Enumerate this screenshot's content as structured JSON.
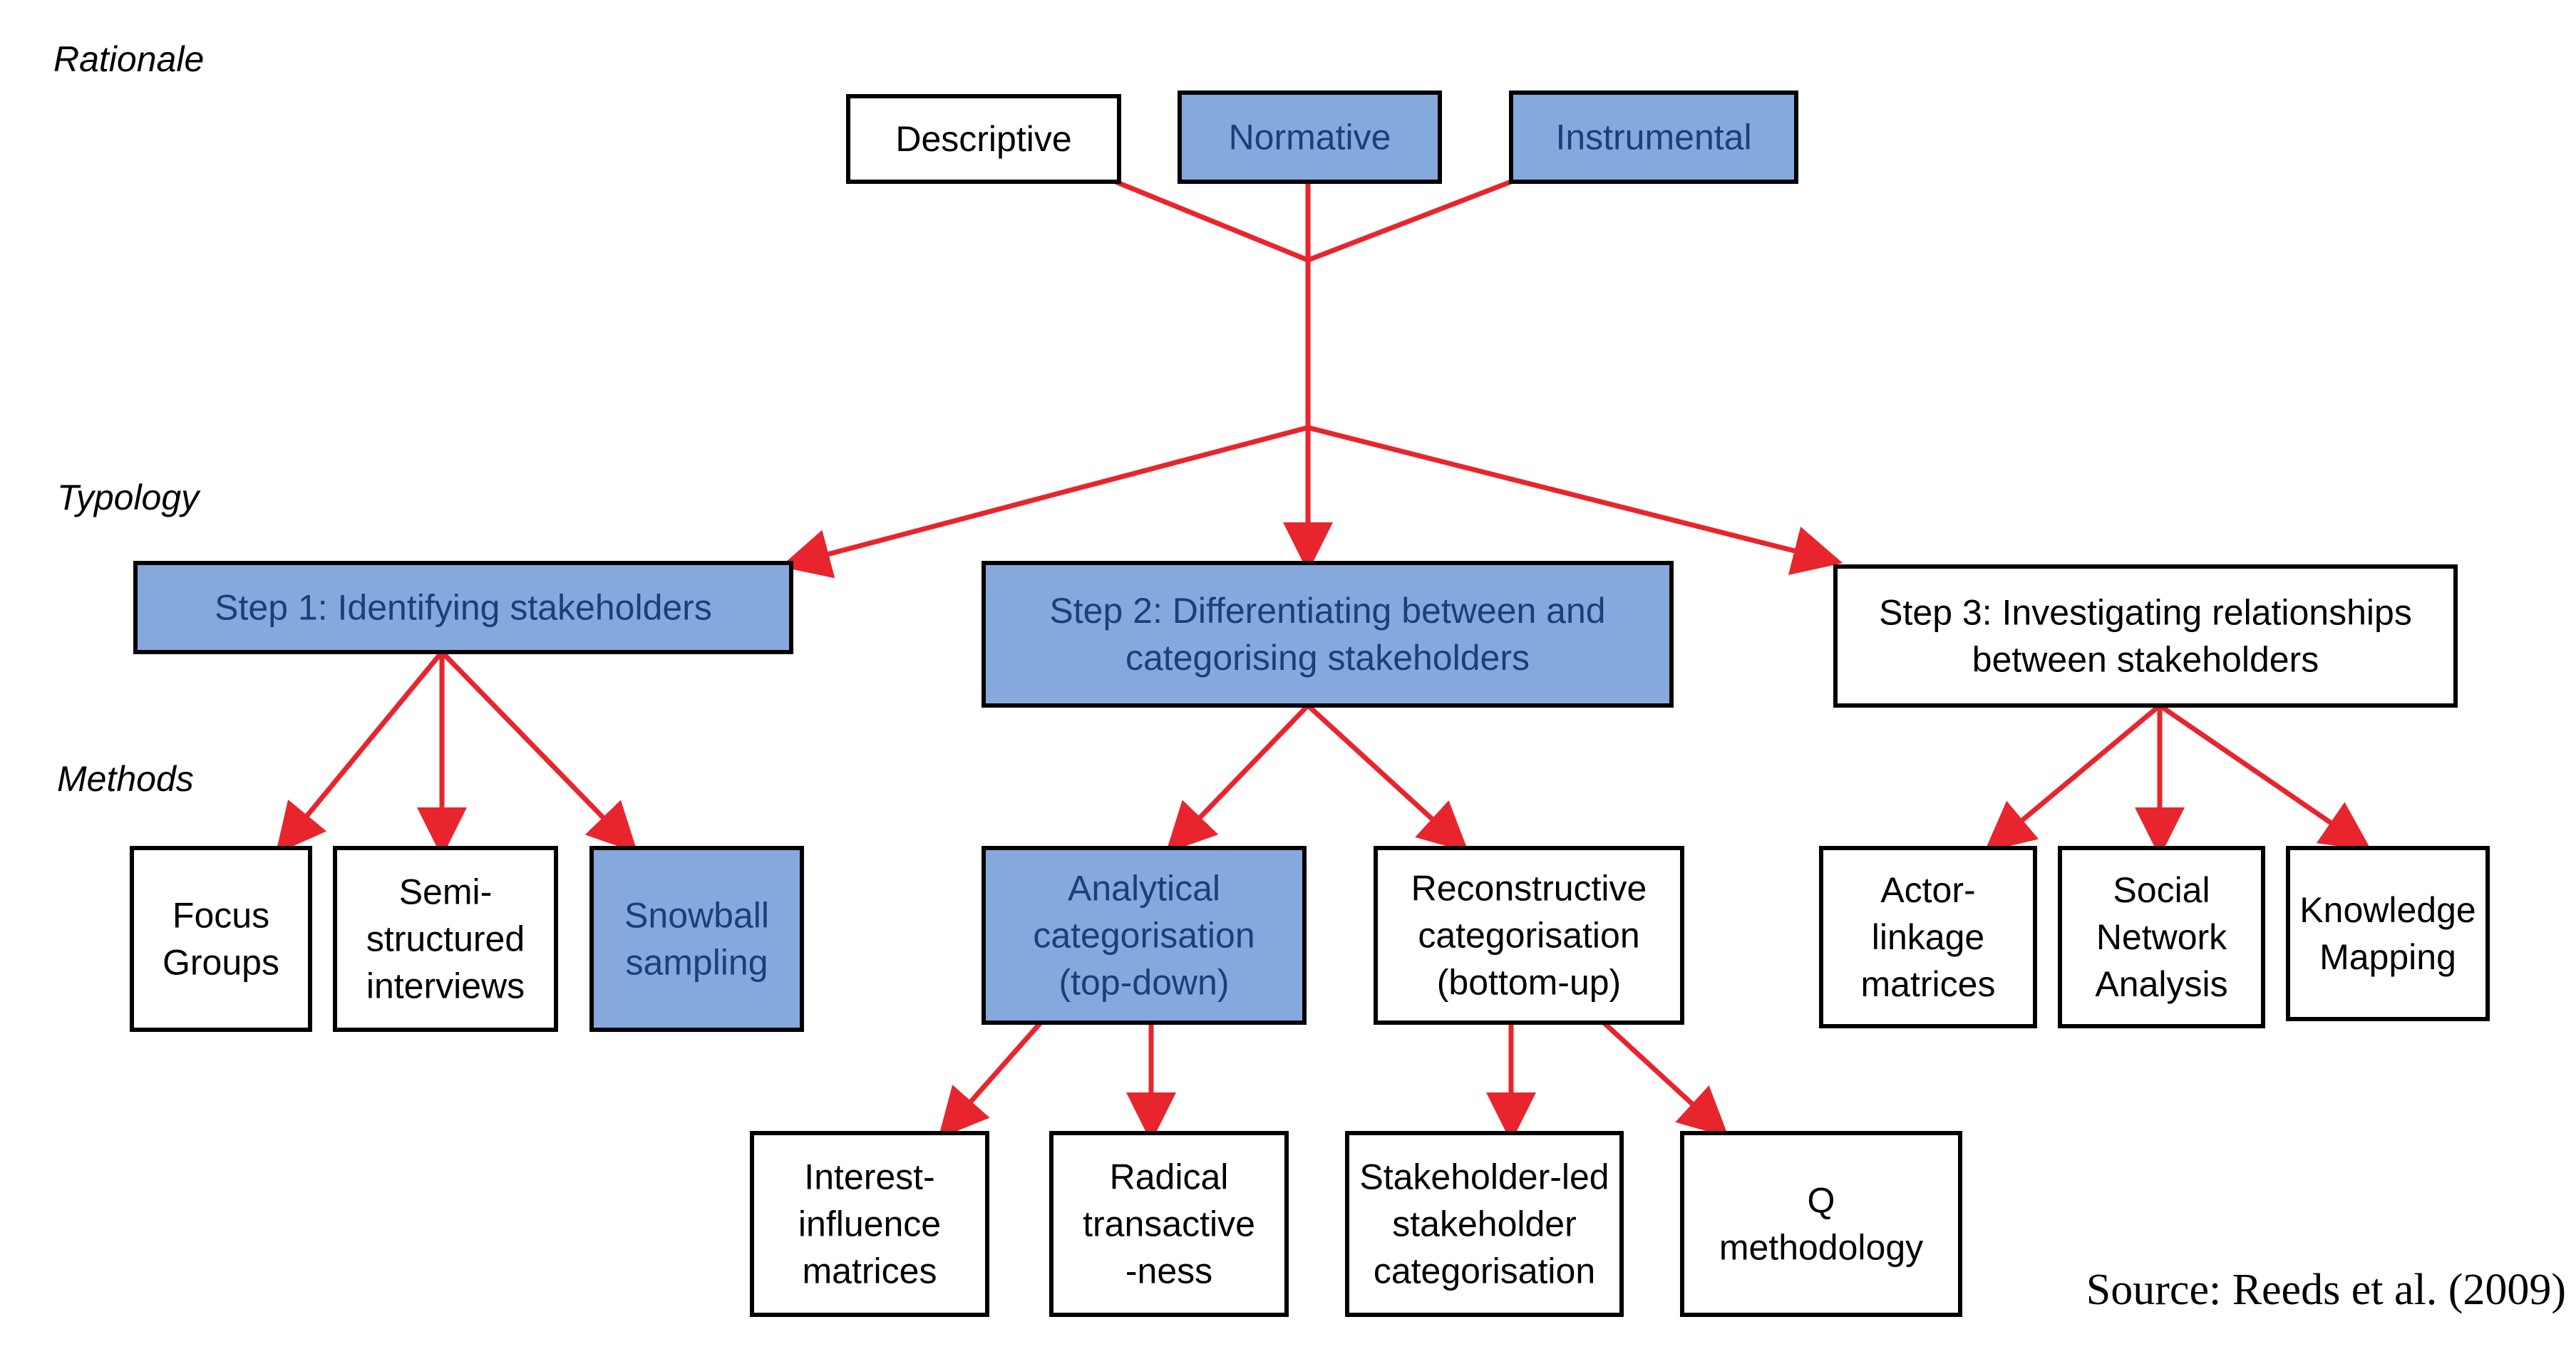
{
  "colors": {
    "arrow": "#e8252d",
    "highlight_fill": "#86a9dd",
    "highlight_text": "#1a3f7a",
    "plain_fill": "#ffffff",
    "plain_text": "#000000",
    "border": "#000000"
  },
  "sections": {
    "rationale": "Rationale",
    "typology": "Typology",
    "methods": "Methods"
  },
  "source": "Source: Reeds et al. (2009)",
  "nodes": {
    "descriptive": {
      "lines": [
        "Descriptive"
      ],
      "highlight": false
    },
    "normative": {
      "lines": [
        "Normative"
      ],
      "highlight": true
    },
    "instrumental": {
      "lines": [
        "Instrumental"
      ],
      "highlight": true
    },
    "step1": {
      "lines": [
        "Step 1: Identifying stakeholders"
      ],
      "highlight": true
    },
    "step2": {
      "lines": [
        "Step 2: Differentiating between and",
        "categorising stakeholders"
      ],
      "highlight": true
    },
    "step3": {
      "lines": [
        "Step 3: Investigating relationships",
        "between stakeholders"
      ],
      "highlight": false
    },
    "focus_groups": {
      "lines": [
        "Focus",
        "Groups"
      ],
      "highlight": false
    },
    "semi_structured": {
      "lines": [
        "Semi-",
        "structured",
        "interviews"
      ],
      "highlight": false
    },
    "snowball": {
      "lines": [
        "Snowball",
        "sampling"
      ],
      "highlight": true
    },
    "analytical": {
      "lines": [
        "Analytical",
        "categorisation",
        "(top-down)"
      ],
      "highlight": true
    },
    "reconstructive": {
      "lines": [
        "Reconstructive",
        "categorisation",
        "(bottom-up)"
      ],
      "highlight": false
    },
    "actor_linkage": {
      "lines": [
        "Actor-",
        "linkage",
        "matrices"
      ],
      "highlight": false
    },
    "sna": {
      "lines": [
        "Social",
        "Network",
        "Analysis"
      ],
      "highlight": false
    },
    "knowledge_mapping": {
      "lines": [
        "Knowledge",
        "Mapping"
      ],
      "highlight": false
    },
    "interest_influence": {
      "lines": [
        "Interest-",
        "influence",
        "matrices"
      ],
      "highlight": false
    },
    "radical": {
      "lines": [
        "Radical",
        "transactive",
        "-ness"
      ],
      "highlight": false
    },
    "stakeholder_led": {
      "lines": [
        "Stakeholder-led",
        "stakeholder",
        "categorisation"
      ],
      "highlight": false
    },
    "q_method": {
      "lines": [
        "Q",
        "methodology"
      ],
      "highlight": false
    }
  }
}
